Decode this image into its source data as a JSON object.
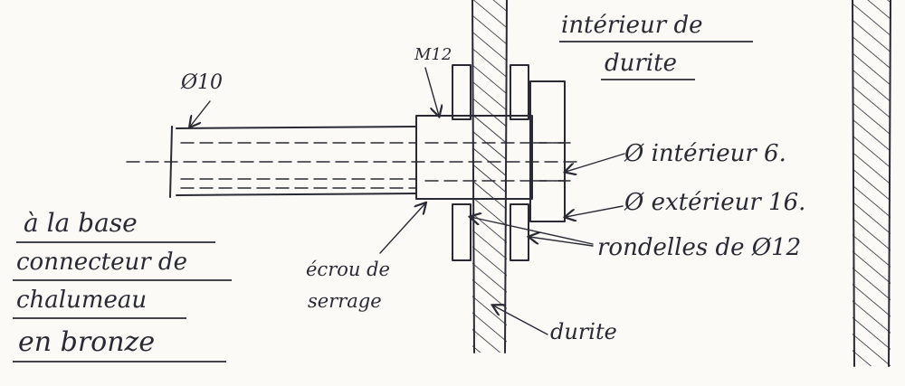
{
  "labels": {
    "pipe_diameter": "Ø10",
    "thread": "M12",
    "inside_hose_line1": "intérieur de",
    "inside_hose_line2": "durite",
    "inner_diameter": "Ø intérieur 6.",
    "outer_diameter": "Ø extérieur 16.",
    "washers": "rondelles de Ø12",
    "nut_line1": "écrou de",
    "nut_line2": "serrage",
    "hose": "durite",
    "base_line1": "à la base",
    "base_line2": "connecteur de",
    "base_line3": "chalumeau",
    "base_line4": "en bronze"
  }
}
